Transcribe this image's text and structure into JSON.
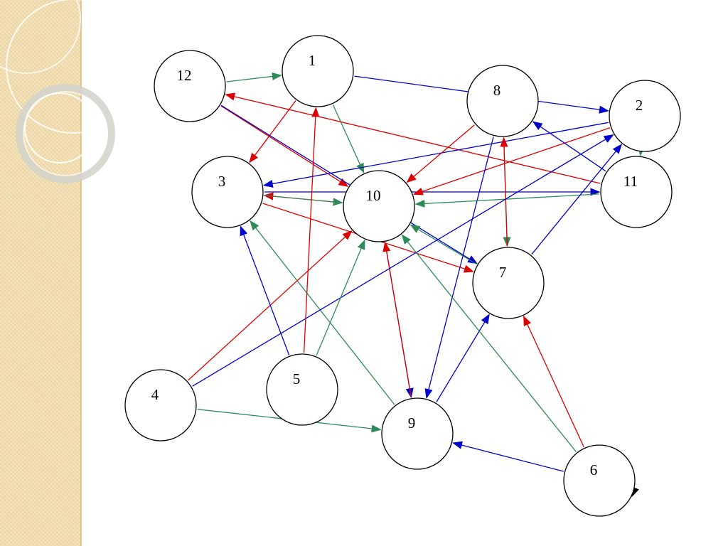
{
  "nodes": [
    {
      "id": "1",
      "label": "1"
    },
    {
      "id": "2",
      "label": "2"
    },
    {
      "id": "3",
      "label": "3"
    },
    {
      "id": "4",
      "label": "4"
    },
    {
      "id": "5",
      "label": "5"
    },
    {
      "id": "6",
      "label": "6"
    },
    {
      "id": "7",
      "label": "7"
    },
    {
      "id": "8",
      "label": "8"
    },
    {
      "id": "9",
      "label": "9"
    },
    {
      "id": "10",
      "label": "10"
    },
    {
      "id": "11",
      "label": "11"
    },
    {
      "id": "12",
      "label": "12"
    }
  ],
  "edge_colors": {
    "blue": "#0000cc",
    "red": "#dd0000",
    "green": "#2e8b57",
    "black": "#000000"
  },
  "edges": [
    {
      "from": "12",
      "to": "1",
      "color": "green"
    },
    {
      "from": "1",
      "to": "2",
      "color": "blue"
    },
    {
      "from": "1",
      "to": "3",
      "color": "red"
    },
    {
      "from": "1",
      "to": "10",
      "color": "green"
    },
    {
      "from": "12",
      "to": "10",
      "color": "red"
    },
    {
      "from": "12",
      "to": "7",
      "color": "blue"
    },
    {
      "from": "11",
      "to": "12",
      "color": "red"
    },
    {
      "from": "3",
      "to": "11",
      "color": "blue"
    },
    {
      "from": "2",
      "to": "3",
      "color": "blue"
    },
    {
      "from": "2",
      "to": "10",
      "color": "red"
    },
    {
      "from": "2",
      "to": "11",
      "color": "green"
    },
    {
      "from": "8",
      "to": "10",
      "color": "red"
    },
    {
      "from": "8",
      "to": "7",
      "color": "green"
    },
    {
      "from": "8",
      "to": "9",
      "color": "blue"
    },
    {
      "from": "11",
      "to": "8",
      "color": "blue"
    },
    {
      "from": "11",
      "to": "10",
      "color": "green"
    },
    {
      "from": "7",
      "to": "2",
      "color": "blue"
    },
    {
      "from": "7",
      "to": "8",
      "color": "red"
    },
    {
      "from": "10",
      "to": "3",
      "color": "red"
    },
    {
      "from": "3",
      "to": "10",
      "color": "green"
    },
    {
      "from": "3",
      "to": "7",
      "color": "red"
    },
    {
      "from": "7",
      "to": "10",
      "color": "green"
    },
    {
      "from": "10",
      "to": "9",
      "color": "blue"
    },
    {
      "from": "9",
      "to": "10",
      "color": "red"
    },
    {
      "from": "9",
      "to": "3",
      "color": "green"
    },
    {
      "from": "9",
      "to": "7",
      "color": "blue"
    },
    {
      "from": "4",
      "to": "2",
      "color": "blue"
    },
    {
      "from": "4",
      "to": "10",
      "color": "red"
    },
    {
      "from": "4",
      "to": "9",
      "color": "green"
    },
    {
      "from": "5",
      "to": "3",
      "color": "blue"
    },
    {
      "from": "5",
      "to": "1",
      "color": "red"
    },
    {
      "from": "5",
      "to": "10",
      "color": "green"
    },
    {
      "from": "6",
      "to": "9",
      "color": "blue"
    },
    {
      "from": "6",
      "to": "7",
      "color": "red"
    },
    {
      "from": "6",
      "to": "10",
      "color": "green"
    },
    {
      "from": "6",
      "to": "6",
      "color": "black"
    }
  ]
}
